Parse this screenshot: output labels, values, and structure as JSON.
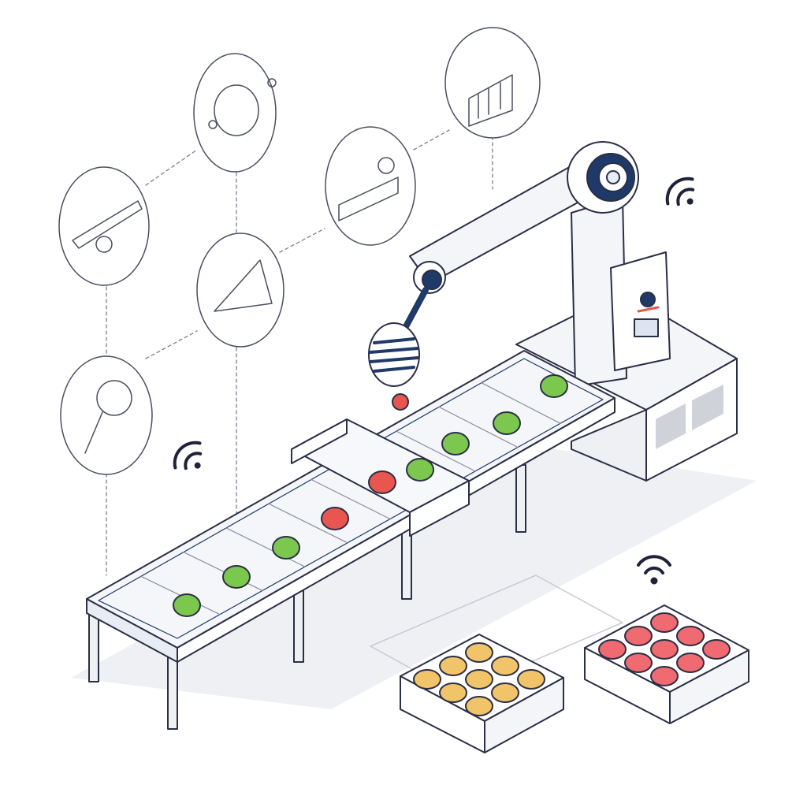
{
  "colors": {
    "outline": "#2a2f45",
    "navy": "#1f3a68",
    "steel": "#e8ecf4",
    "belt": "#f4f6fa",
    "floor_shadow": "#eceef2",
    "green_item": "#7cc84e",
    "red_item": "#e8564f",
    "yellow_item": "#f2c46a",
    "pink_item": "#f06a72",
    "panel_gray": "#cfd2d8"
  },
  "scene": {
    "belt_items": [
      {
        "kind": "green"
      },
      {
        "kind": "green"
      },
      {
        "kind": "green"
      },
      {
        "kind": "red"
      },
      {
        "kind": "red"
      },
      {
        "kind": "green-leafy"
      },
      {
        "kind": "green-leafy"
      },
      {
        "kind": "green-leafy"
      },
      {
        "kind": "green-leafy"
      }
    ],
    "falling_item": "red",
    "crates": [
      {
        "name": "accepted-crate",
        "fill": "yellow",
        "count": 9
      },
      {
        "name": "rejected-crate",
        "fill": "pink",
        "count": 9
      }
    ],
    "recipe_icons": [
      "knife-icon",
      "pan-icon",
      "pizza-slice-icon",
      "skillet-icon",
      "slicer-machine-icon",
      "bar-chart-icon"
    ],
    "signal_icons": [
      "wifi-icon",
      "wifi-icon",
      "wifi-icon"
    ]
  }
}
